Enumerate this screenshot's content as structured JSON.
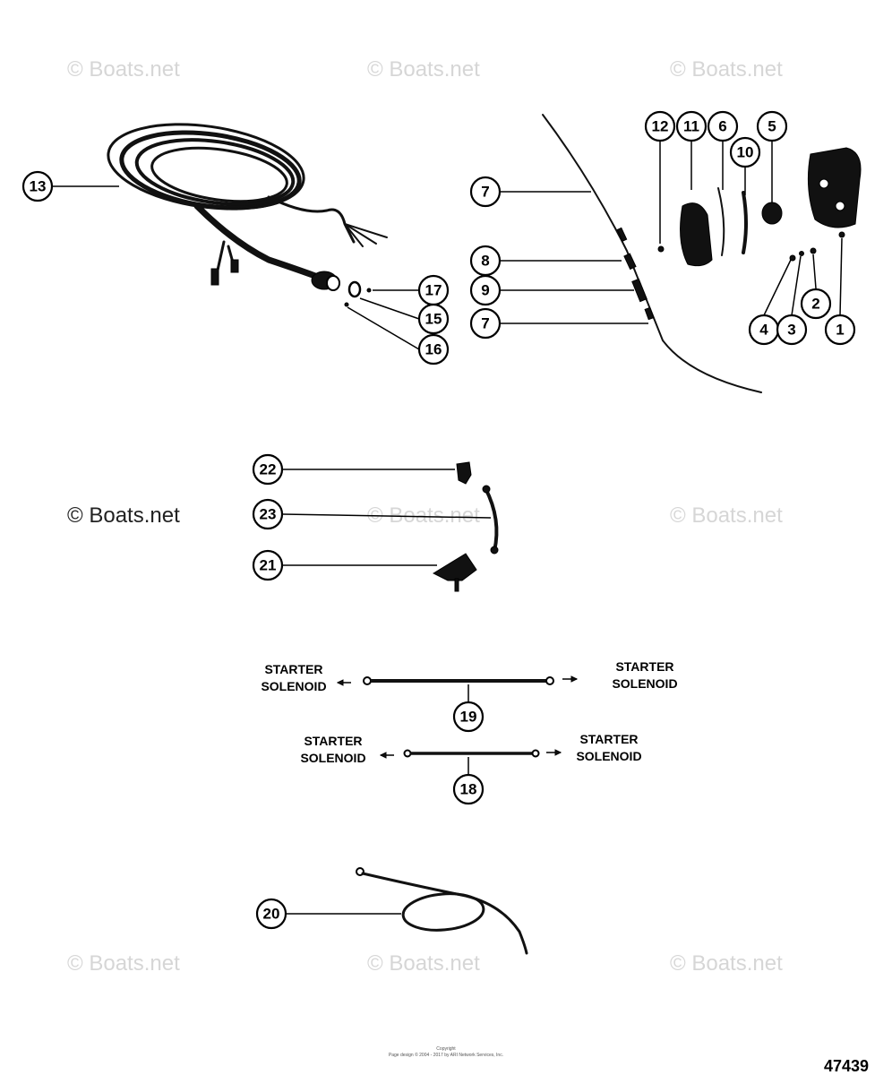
{
  "watermark": "© Boats.net",
  "figure_number": "47439",
  "copyright_text": "Copyright",
  "copyright_line": "Page design © 2004 - 2017 by ARI Network Services, Inc.",
  "solenoid_label_line1": "STARTER",
  "solenoid_label_line2": "SOLENOID",
  "callouts": {
    "c1": "1",
    "c2": "2",
    "c3": "3",
    "c4": "4",
    "c5": "5",
    "c6": "6",
    "c7a": "7",
    "c7b": "7",
    "c8": "8",
    "c9": "9",
    "c10": "10",
    "c11": "11",
    "c12": "12",
    "c13": "13",
    "c15": "15",
    "c16": "16",
    "c17": "17",
    "c18": "18",
    "c19": "19",
    "c20": "20",
    "c21": "21",
    "c22": "22",
    "c23": "23"
  }
}
